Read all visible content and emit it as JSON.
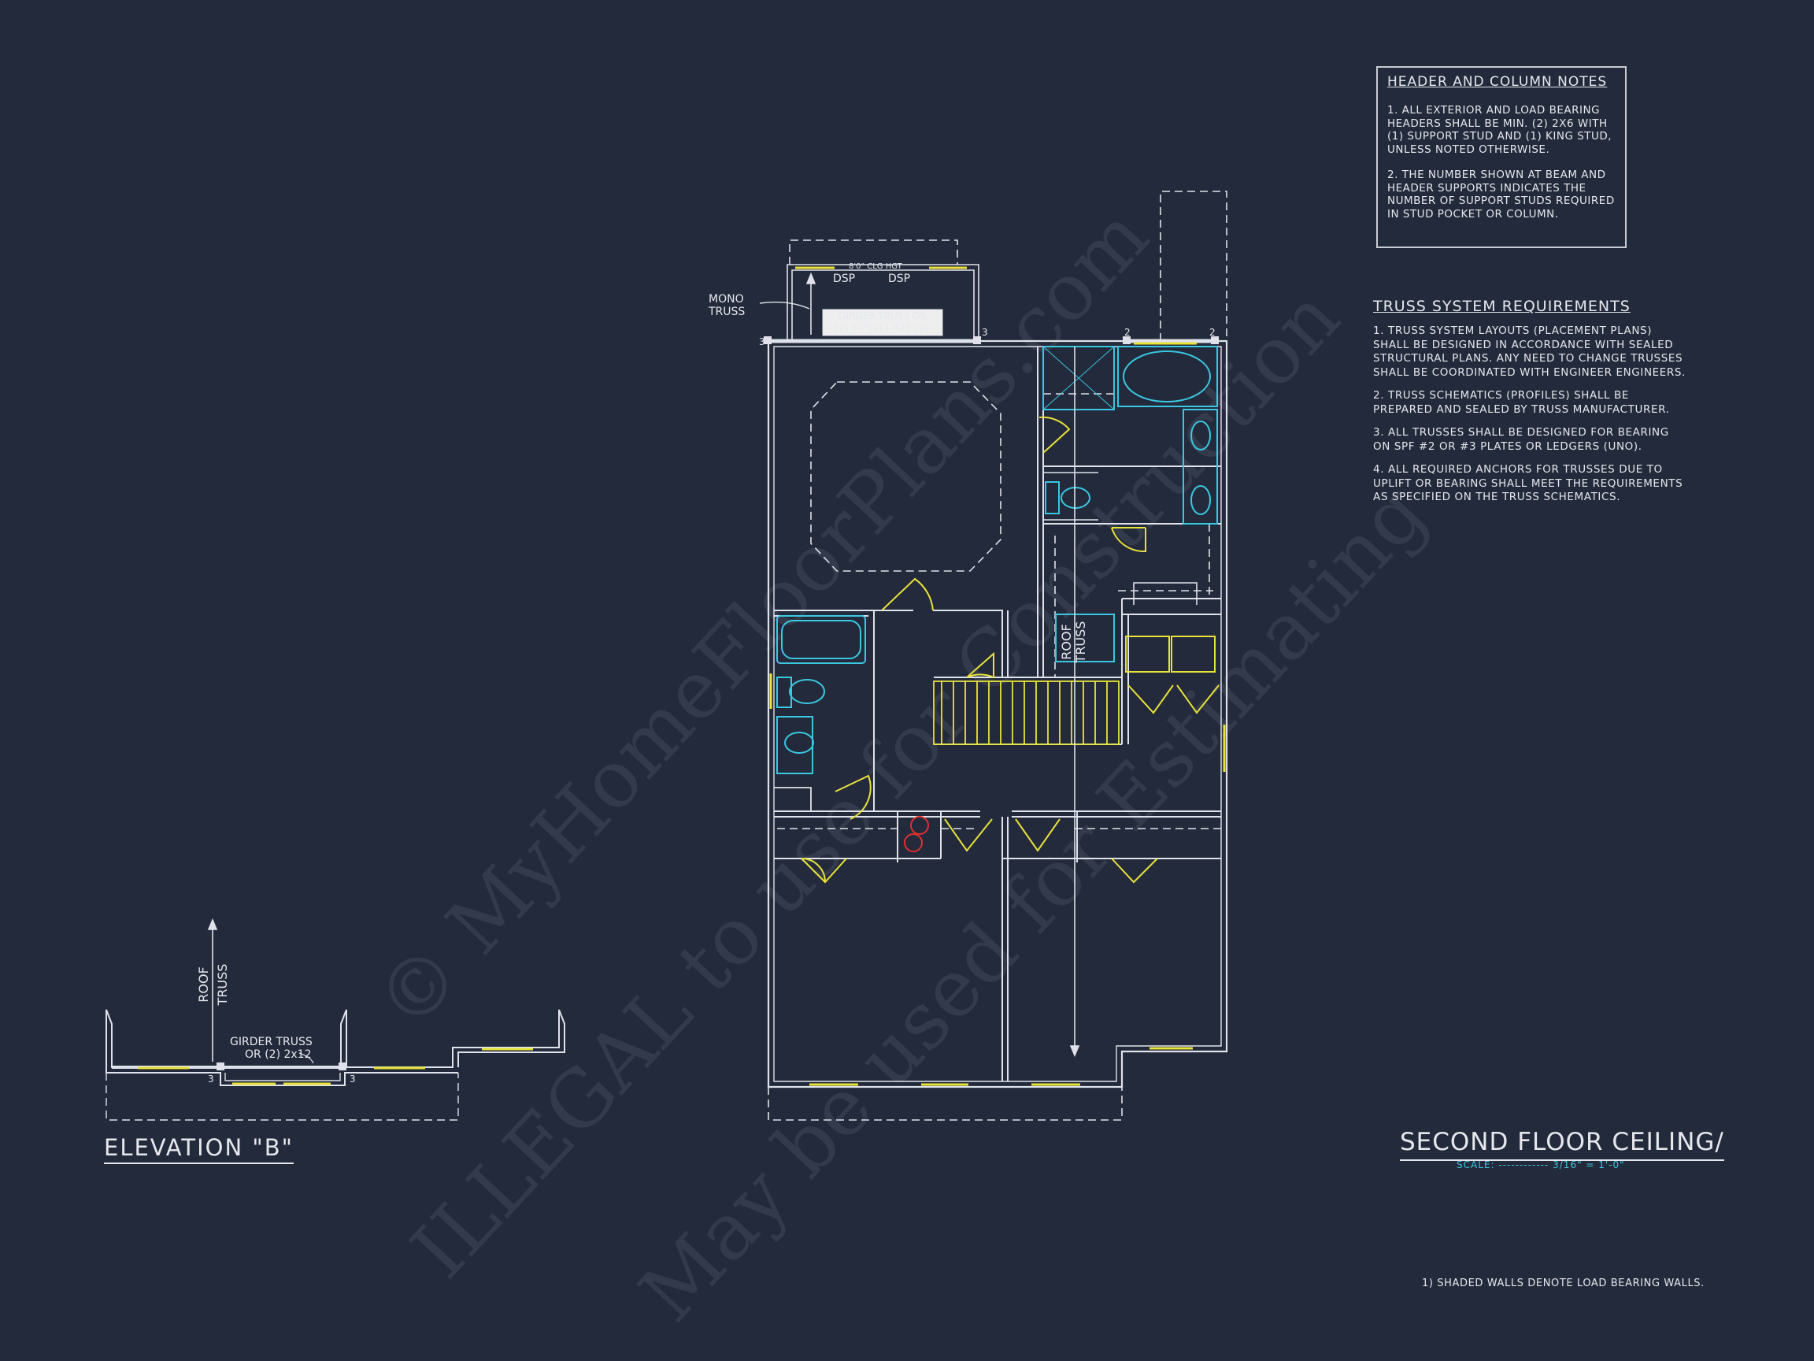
{
  "watermark": {
    "line1": "© MyHomeFloorPlans.com",
    "line2": "ILLEGAL to use for Construction",
    "line3": "May be used for Estimating"
  },
  "header_notes": {
    "title": "HEADER AND COLUMN NOTES",
    "items": [
      "1. ALL EXTERIOR AND LOAD BEARING HEADERS SHALL BE MIN. (2) 2x6 WITH (1) SUPPORT STUD AND (1) KING STUD, UNLESS NOTED OTHERWISE.",
      "2. THE NUMBER SHOWN AT BEAM AND HEADER SUPPORTS INDICATES THE NUMBER OF SUPPORT STUDS REQUIRED IN STUD POCKET OR COLUMN."
    ]
  },
  "truss_requirements": {
    "title": "TRUSS SYSTEM REQUIREMENTS",
    "items": [
      "1. TRUSS SYSTEM LAYOUTS (PLACEMENT PLANS) SHALL BE DESIGNED IN ACCORDANCE WITH SEALED STRUCTURAL PLANS. ANY NEED TO CHANGE TRUSSES SHALL BE COORDINATED WITH ENGINEER ENGINEERS.",
      "2. TRUSS SCHEMATICS (PROFILES) SHALL BE PREPARED AND SEALED BY TRUSS MANUFACTURER.",
      "3. ALL TRUSSES SHALL BE DESIGNED FOR BEARING ON SPF #2 OR #3 PLATES OR LEDGERS (UNO).",
      "4. ALL REQUIRED ANCHORS FOR TRUSSES DUE TO UPLIFT OR BEARING SHALL MEET THE REQUIREMENTS AS SPECIFIED ON THE TRUSS SCHEMATICS."
    ]
  },
  "sheet": {
    "title": "SECOND FLOOR CEILING/",
    "scale_label": "SCALE:",
    "scale_value": "3/16\" = 1'-0\""
  },
  "elevation": {
    "title": "ELEVATION \"B\"",
    "roof_truss_1": "ROOF",
    "roof_truss_2": "TRUSS",
    "girder_1": "GIRDER TRUSS",
    "girder_2": "OR (2) 2x12",
    "post_left": "3",
    "post_right": "3"
  },
  "plan_labels": {
    "mono_1": "MONO",
    "mono_2": "TRUSS",
    "clg_hgt": "8'0\" CLG HGT",
    "dsp_1": "DSP",
    "dsp_2": "DSP",
    "girder_plan_1": "GIRDER TRUSS OR",
    "girder_plan_2": "(2) 1.75x11.875 LVL",
    "roof_1": "ROOF",
    "roof_2": "TRUSS",
    "post_3a": "3",
    "post_3b": "3",
    "post_2a": "2",
    "post_2b": "2"
  },
  "footnote": "1) SHADED WALLS DENOTE LOAD BEARING WALLS.",
  "colors": {
    "background": "#232a3b",
    "wall": "#dfe2ea",
    "door": "#e8e23a",
    "fixture": "#39c8e0",
    "accent_red": "#e03030"
  }
}
